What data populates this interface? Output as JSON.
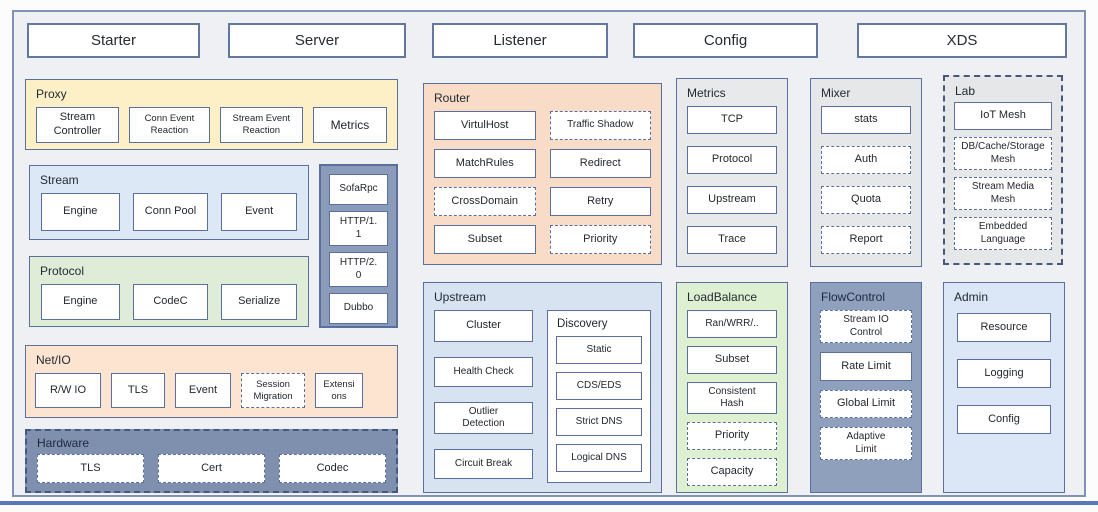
{
  "top_tabs": [
    {
      "label": "Starter"
    },
    {
      "label": "Server"
    },
    {
      "label": "Listener"
    },
    {
      "label": "Config"
    },
    {
      "label": "XDS"
    }
  ],
  "sections": {
    "proxy": {
      "title": "Proxy",
      "items": [
        {
          "label": "Stream Controller",
          "style": "solid"
        },
        {
          "label": "Conn Event Reaction",
          "style": "solid"
        },
        {
          "label": "Stream Event Reaction",
          "style": "solid"
        },
        {
          "label": "Metrics",
          "style": "solid"
        }
      ]
    },
    "stream": {
      "title": "Stream",
      "items": [
        {
          "label": "Engine",
          "style": "solid"
        },
        {
          "label": "Conn Pool",
          "style": "solid"
        },
        {
          "label": "Event",
          "style": "solid"
        }
      ]
    },
    "protocol_stack": {
      "items": [
        {
          "label": "SofaRpc",
          "style": "solid"
        },
        {
          "label": "HTTP/1.1",
          "style": "solid"
        },
        {
          "label": "HTTP/2.0",
          "style": "solid"
        },
        {
          "label": "Dubbo",
          "style": "solid"
        }
      ]
    },
    "protocol": {
      "title": "Protocol",
      "items": [
        {
          "label": "Engine",
          "style": "solid"
        },
        {
          "label": "CodeC",
          "style": "solid"
        },
        {
          "label": "Serialize",
          "style": "solid"
        }
      ]
    },
    "netio": {
      "title": "Net/IO",
      "items": [
        {
          "label": "R/W IO",
          "style": "solid"
        },
        {
          "label": "TLS",
          "style": "solid"
        },
        {
          "label": "Event",
          "style": "solid"
        },
        {
          "label": "Session Migration",
          "style": "dashed"
        },
        {
          "label": "Extensions",
          "style": "solid"
        }
      ]
    },
    "hardware": {
      "title": "Hardware",
      "items": [
        {
          "label": "TLS",
          "style": "dashed"
        },
        {
          "label": "Cert",
          "style": "dashed"
        },
        {
          "label": "Codec",
          "style": "dashed"
        }
      ]
    },
    "router": {
      "title": "Router",
      "items": [
        {
          "label": "VirtulHost",
          "style": "solid"
        },
        {
          "label": "Traffic Shadow",
          "style": "dashed"
        },
        {
          "label": "MatchRules",
          "style": "solid"
        },
        {
          "label": "Redirect",
          "style": "solid"
        },
        {
          "label": "CrossDomain",
          "style": "dashed"
        },
        {
          "label": "Retry",
          "style": "solid"
        },
        {
          "label": "Subset",
          "style": "solid"
        },
        {
          "label": "Priority",
          "style": "dashed"
        }
      ]
    },
    "upstream": {
      "title": "Upstream",
      "items": [
        {
          "label": "Cluster",
          "style": "solid"
        },
        {
          "label": "Health Check",
          "style": "solid"
        },
        {
          "label": "Outlier Detection",
          "style": "solid"
        },
        {
          "label": "Circuit Break",
          "style": "solid"
        }
      ],
      "discovery": {
        "title": "Discovery",
        "items": [
          {
            "label": "Static",
            "style": "solid"
          },
          {
            "label": "CDS/EDS",
            "style": "solid"
          },
          {
            "label": "Strict DNS",
            "style": "solid"
          },
          {
            "label": "Logical DNS",
            "style": "solid"
          }
        ]
      }
    },
    "metrics": {
      "title": "Metrics",
      "items": [
        {
          "label": "TCP",
          "style": "solid"
        },
        {
          "label": "Protocol",
          "style": "solid"
        },
        {
          "label": "Upstream",
          "style": "solid"
        },
        {
          "label": "Trace",
          "style": "solid"
        }
      ]
    },
    "loadbalance": {
      "title": "LoadBalance",
      "items": [
        {
          "label": "Ran/WRR/..",
          "style": "solid"
        },
        {
          "label": "Subset",
          "style": "solid"
        },
        {
          "label": "Consistent Hash",
          "style": "solid"
        },
        {
          "label": "Priority",
          "style": "dashed"
        },
        {
          "label": "Capacity",
          "style": "dashed"
        }
      ]
    },
    "mixer": {
      "title": "Mixer",
      "items": [
        {
          "label": "stats",
          "style": "solid"
        },
        {
          "label": "Auth",
          "style": "dashed"
        },
        {
          "label": "Quota",
          "style": "dashed"
        },
        {
          "label": "Report",
          "style": "dashed"
        }
      ]
    },
    "flowcontrol": {
      "title": "FlowControl",
      "items": [
        {
          "label": "Stream IO Control",
          "style": "dashed"
        },
        {
          "label": "Rate Limit",
          "style": "solid"
        },
        {
          "label": "Global Limit",
          "style": "dashed"
        },
        {
          "label": "Adaptive Limit",
          "style": "dashed"
        }
      ]
    },
    "lab": {
      "title": "Lab",
      "items": [
        {
          "label": "IoT Mesh",
          "style": "solid"
        },
        {
          "label": "DB/Cache/Storage Mesh",
          "style": "dashed"
        },
        {
          "label": "Stream Media Mesh",
          "style": "dashed"
        },
        {
          "label": "Embedded Language",
          "style": "dashed"
        }
      ]
    },
    "admin": {
      "title": "Admin",
      "items": [
        {
          "label": "Resource",
          "style": "solid"
        },
        {
          "label": "Logging",
          "style": "solid"
        },
        {
          "label": "Config",
          "style": "solid"
        }
      ]
    }
  },
  "colors": {
    "canvas_bg": "#eef0f3",
    "frame_border": "#8193b5",
    "box_border": "#5a6f9e",
    "proxy_bg": "#fdf0c7",
    "stream_bg": "#dce8f5",
    "protocol_bg": "#dfedd8",
    "netio_bg": "#fce4d1",
    "hardware_bg": "#7e90ae",
    "protocol_stack_bg": "#8b9cbb",
    "router_bg": "#f9dcc7",
    "upstream_bg": "#d8e3f2",
    "metrics_bg": "#e7e9eb",
    "loadbalance_bg": "#def0d2",
    "mixer_bg": "#e5e7e9",
    "flowcontrol_bg": "#8ea0bc",
    "lab_bg": "#e5e7e9",
    "admin_bg": "#dbe7f6",
    "bottom_line": "#5b79b8"
  }
}
